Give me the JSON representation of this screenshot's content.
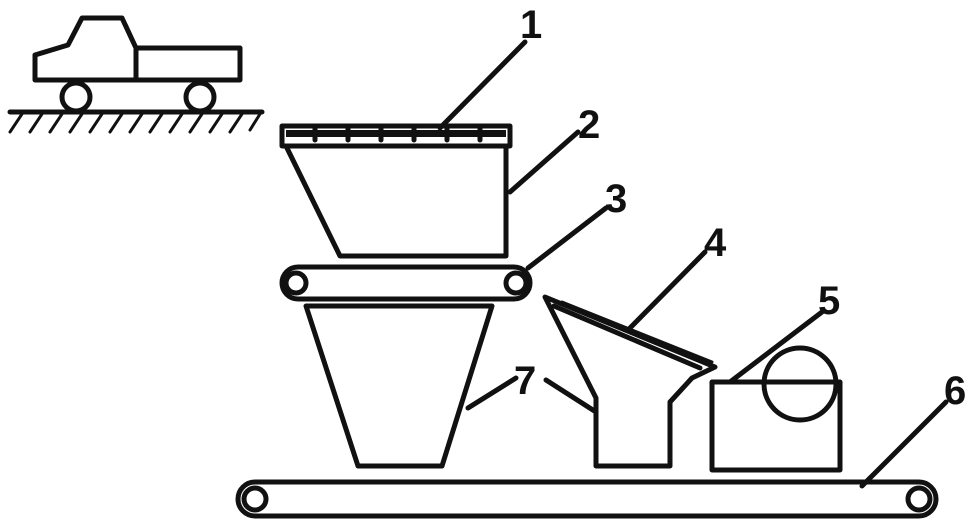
{
  "labels": {
    "l1": "1",
    "l2": "2",
    "l3": "3",
    "l4": "4",
    "l5": "5",
    "l6": "6",
    "l7": "7"
  },
  "colors": {
    "ink": "#111111",
    "background": "#ffffff"
  }
}
